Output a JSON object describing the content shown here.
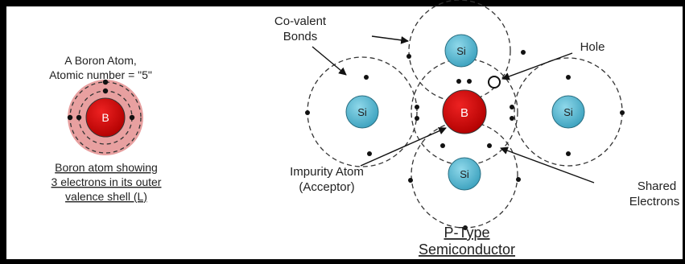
{
  "boron_panel": {
    "caption_line1": "A Boron Atom,",
    "caption_line2": "Atomic number = \"5\"",
    "nucleus_symbol": "B",
    "desc_line1": "Boron atom showing",
    "desc_line2": "3 electrons in its outer",
    "desc_line3": "valence shell (L)"
  },
  "lattice": {
    "center_symbol": "B",
    "top_symbol": "Si",
    "left_symbol": "Si",
    "right_symbol": "Si",
    "bottom_symbol": "Si"
  },
  "labels": {
    "covalent_line1": "Co-valent",
    "covalent_line2": "Bonds",
    "hole": "Hole",
    "impurity_line1": "Impurity Atom",
    "impurity_line2": "(Acceptor)",
    "shared_line1": "Shared",
    "shared_line2": "Electrons",
    "title_line1": "P-Type",
    "title_line2": "Semiconductor"
  },
  "colors": {
    "silicon": "#4fb3cc",
    "boron": "#cc0000",
    "boron_halo": "#e8a0a0",
    "background": "#ffffff",
    "frame": "#000000"
  }
}
